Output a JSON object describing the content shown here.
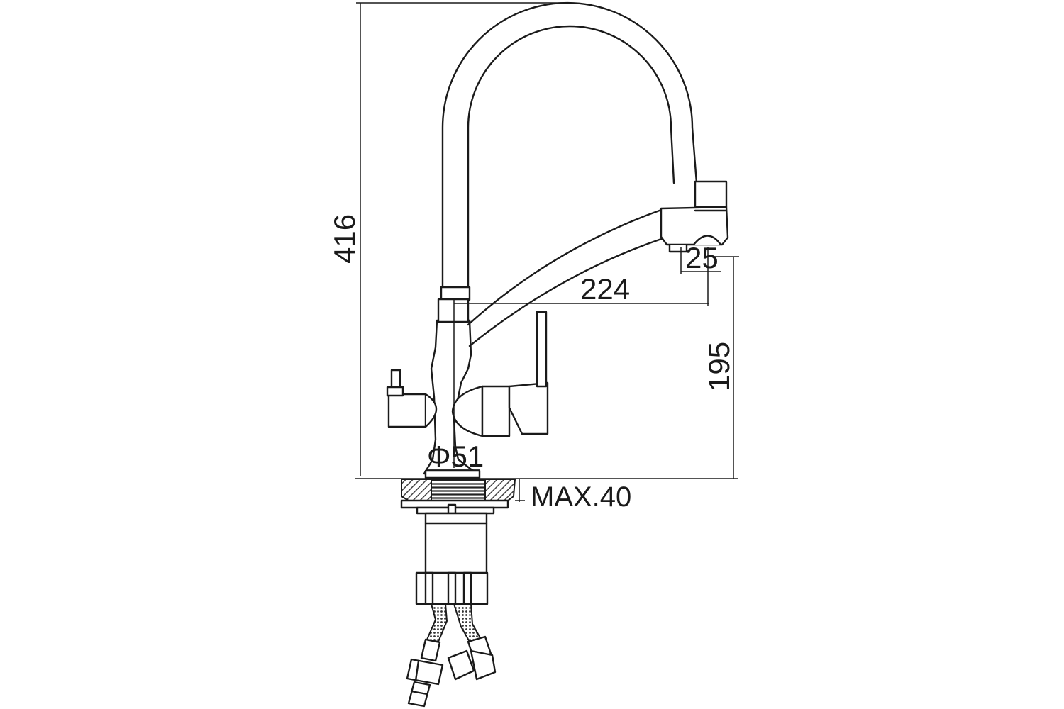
{
  "dimensions": {
    "height_total": "416",
    "outlet_offset": "25",
    "reach": "224",
    "spout_height": "195",
    "base_diameter": "Φ51",
    "counter_thickness": "MAX.40"
  },
  "colors": {
    "line": "#1a1a1a",
    "background": "#ffffff",
    "hatch": "#555555"
  }
}
